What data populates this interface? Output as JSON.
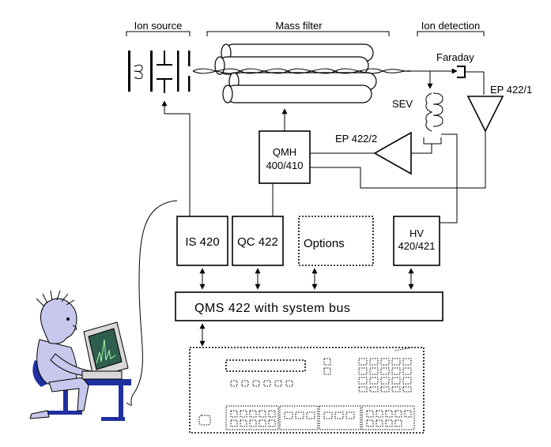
{
  "sections": {
    "ion_source": "Ion source",
    "mass_filter": "Mass filter",
    "ion_detection": "Ion detection"
  },
  "detectors": {
    "faraday": "Faraday",
    "sev": "SEV",
    "ep1": "EP 422/1",
    "ep2": "EP 422/2"
  },
  "modules": {
    "qmh_line1": "QMH",
    "qmh_line2": "400/410",
    "is420": "IS 420",
    "qc422": "QC 422",
    "options": "Options",
    "hv_line1": "HV",
    "hv_line2": "420/421"
  },
  "bus": {
    "label": "QMS 422 with system bus"
  },
  "colors": {
    "screen": "#2f5e4e",
    "figure_blue": "#1f2fa0",
    "skin": "#c8c8ee"
  }
}
